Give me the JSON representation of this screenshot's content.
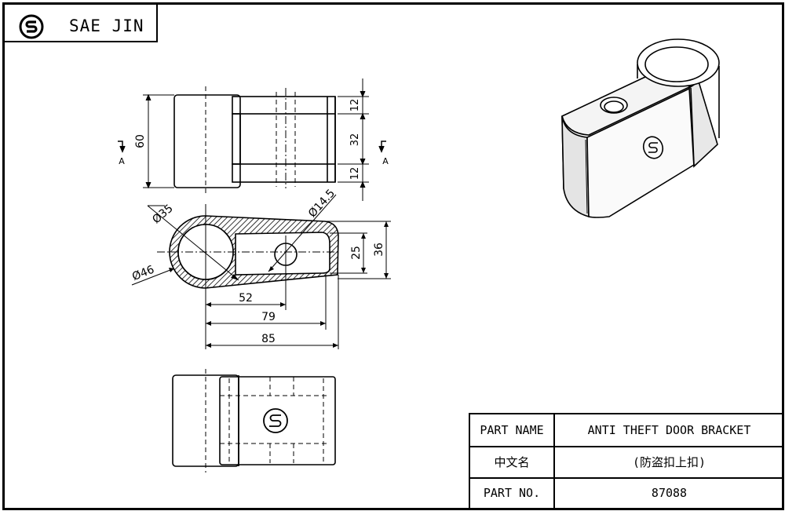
{
  "brand": {
    "name": "SAE JIN",
    "logo_icon": "ss-logo-icon"
  },
  "title_block": {
    "part_name_label": "PART NAME",
    "part_name_value": "ANTI THEFT DOOR BRACKET",
    "chinese_name_label": "中文名",
    "chinese_name_value": "(防盗扣上扣)",
    "part_no_label": "PART NO.",
    "part_no_value": "87088"
  },
  "drawing": {
    "section_marker": "A",
    "dims": {
      "d12_top": "12",
      "d32": "32",
      "d12_bottom": "12",
      "d60": "60",
      "d35": "Ø35",
      "d46": "Ø46",
      "d14_5": "Ø14.5",
      "d25": "25",
      "d36": "36",
      "d52": "52",
      "d79": "79",
      "d85": "85"
    }
  },
  "colors": {
    "line": "#000000",
    "background": "#ffffff",
    "shade": "#d0d0d0"
  }
}
